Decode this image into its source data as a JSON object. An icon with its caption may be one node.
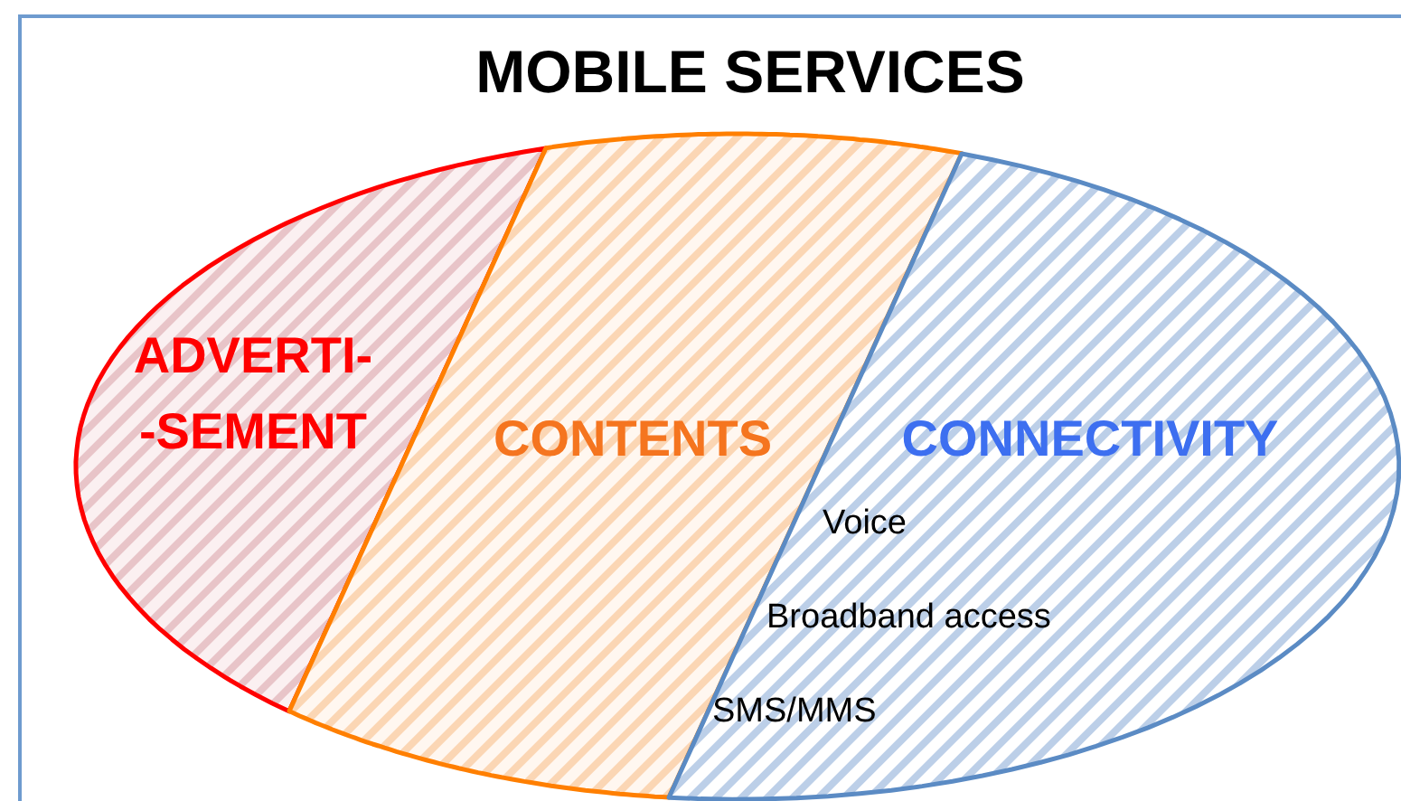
{
  "diagram": {
    "title": "MOBILE SERVICES",
    "nodes": [
      {
        "text": [
          "ADVERTI- -SEMENT"
        ]
      },
      {
        "text": [
          "CONTENTS"
        ]
      },
      {
        "text": [
          "CONNECTIVITY",
          "Voice",
          "Broadband access",
          "SMS/MMS"
        ]
      }
    ]
  }
}
